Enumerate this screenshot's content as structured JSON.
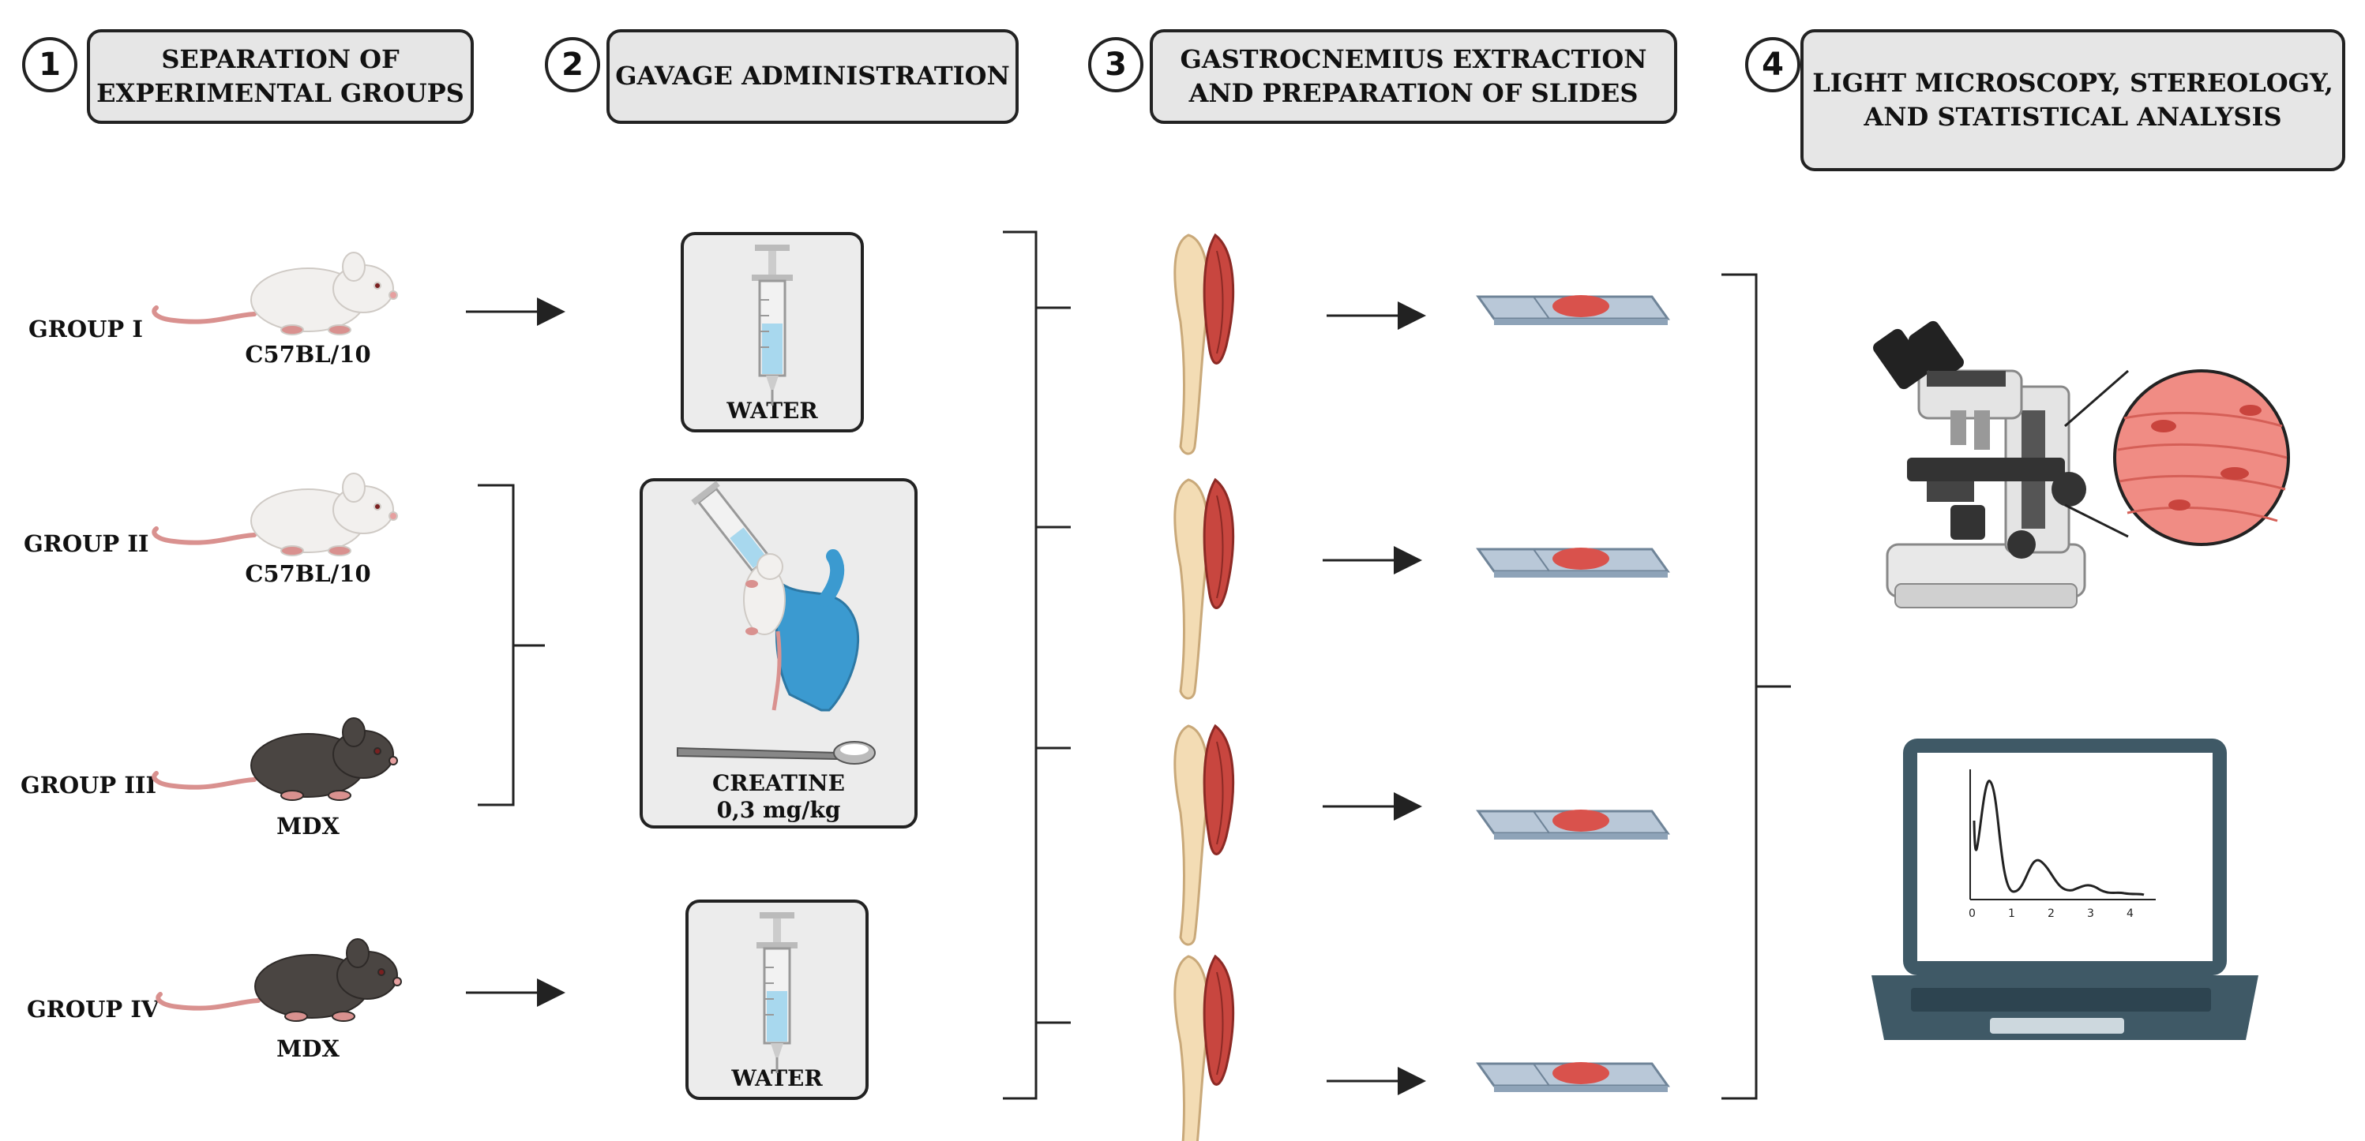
{
  "steps": [
    {
      "number": "1",
      "line1": "SEPARATION OF",
      "line2": "EXPERIMENTAL GROUPS"
    },
    {
      "number": "2",
      "line1": "GAVAGE ADMINISTRATION",
      "line2": ""
    },
    {
      "number": "3",
      "line1": "GASTROCNEMIUS EXTRACTION",
      "line2": "AND PREPARATION OF SLIDES"
    },
    {
      "number": "4",
      "line1": "LIGHT MICROSCOPY, STEREOLOGY,",
      "line2": "AND STATISTICAL ANALYSIS"
    }
  ],
  "groups": [
    {
      "label": "GROUP I",
      "strain": "C57BL/10",
      "color": "#f2f0ee"
    },
    {
      "label": "GROUP II",
      "strain": "C57BL/10",
      "color": "#f2f0ee"
    },
    {
      "label": "GROUP III",
      "strain": "MDX",
      "color": "#4a4542"
    },
    {
      "label": "GROUP IV",
      "strain": "MDX",
      "color": "#4a4542"
    }
  ],
  "treatments": {
    "water_top": "WATER",
    "creatine_line1": "CREATINE",
    "creatine_line2": "0,3 mg/kg",
    "water_bottom": "WATER"
  },
  "laptop_chart": {
    "x_ticks": [
      "0",
      "1",
      "2",
      "3",
      "4"
    ]
  },
  "colors": {
    "muscle": "#c8463f",
    "bone": "#f3dcb4",
    "slide": "#8ea3b8",
    "tissue": "#d9524c",
    "glove": "#3b9ad0",
    "laptop": "#3f5966",
    "box_fill": "#e6e6e6",
    "border": "#222222"
  }
}
